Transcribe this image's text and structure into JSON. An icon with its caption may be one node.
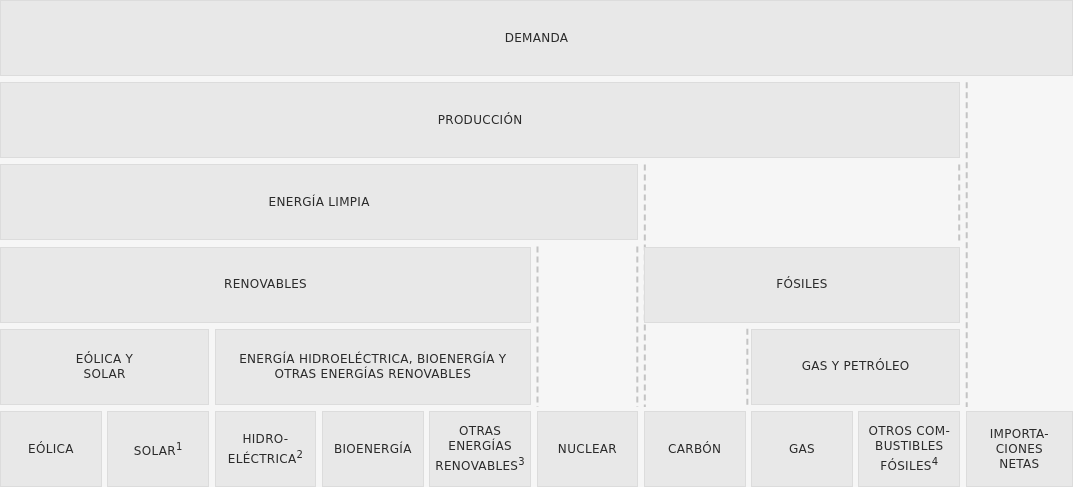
{
  "diagram": {
    "nodes": [
      {
        "text": [
          "DEMANDA"
        ]
      },
      {
        "text": [
          "PRODUCCIÓN"
        ]
      },
      {
        "text": [
          "ENERGÍA LIMPIA"
        ]
      },
      {
        "text": [
          "RENOVABLES"
        ]
      },
      {
        "text": [
          "FÓSILES"
        ]
      },
      {
        "text": [
          "EÓLICA Y SOLAR"
        ]
      },
      {
        "text": [
          "ENERGÍA HIDROELÉCTRICA, BIOENERGÍA Y OTRAS ENERGÍAS RENOVABLES"
        ]
      },
      {
        "text": [
          "GAS Y PETRÓLEO"
        ]
      },
      {
        "text": [
          "EÓLICA"
        ]
      },
      {
        "text": [
          "SOLAR$^{1}$"
        ]
      },
      {
        "text": [
          "HIDRO- ELÉCTRICA$^{2}$"
        ]
      },
      {
        "text": [
          "BIOENERGÍA"
        ]
      },
      {
        "text": [
          "OTRAS ENERGÍAS RENOVABLES$^{3}$"
        ]
      },
      {
        "text": [
          "NUCLEAR"
        ]
      },
      {
        "text": [
          "CARBÓN"
        ]
      },
      {
        "text": [
          "GAS"
        ]
      },
      {
        "text": [
          "OTROS COM- BUSTIBLES FÓSILES$^{4}$"
        ]
      },
      {
        "text": [
          "IMPORTA- CIONES NETAS"
        ]
      }
    ]
  }
}
